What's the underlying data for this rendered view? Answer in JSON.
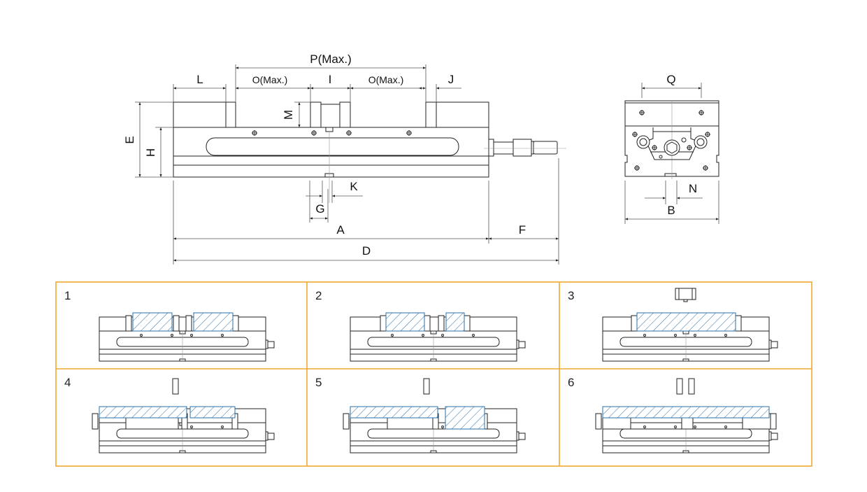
{
  "title": "Machine vise dimension drawing and clamping configurations",
  "dimensions": {
    "P": "P(Max.)",
    "O_left": "O(Max.)",
    "I": "I",
    "O_right": "O(Max.)",
    "L": "L",
    "J": "J",
    "M": "M",
    "E": "E",
    "H": "H",
    "K": "K",
    "G": "G",
    "A": "A",
    "F": "F",
    "D": "D",
    "Q": "Q",
    "N": "N",
    "B": "B"
  },
  "configurations": [
    {
      "number": "1",
      "workpieces": 2,
      "extra_jaws": 0
    },
    {
      "number": "2",
      "workpieces": 2,
      "extra_jaws": 0
    },
    {
      "number": "3",
      "workpieces": 1,
      "extra_jaws": 1
    },
    {
      "number": "4",
      "workpieces": 2,
      "extra_jaws": 1
    },
    {
      "number": "5",
      "workpieces": 2,
      "extra_jaws": 1
    },
    {
      "number": "6",
      "workpieces": 1,
      "extra_jaws": 2
    }
  ],
  "colors": {
    "grid_border": "#f0a830",
    "workpiece_hatch": "#2a6fa8",
    "line": "#222222"
  }
}
